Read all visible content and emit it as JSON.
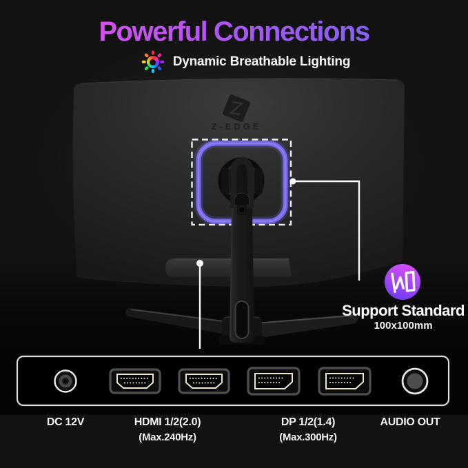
{
  "colors": {
    "page_bg": "#121212",
    "title_gradient_start": "#e84df0",
    "title_gradient_end": "#7567f4",
    "vesa_highlight_purple": "#7668e6",
    "callout_white": "#fafafa",
    "support_icon_top": "#d44ff6",
    "support_icon_bottom": "#6d3cf0",
    "port_outline_cream": "#efe9d2"
  },
  "header": {
    "title": "Powerful Connections",
    "subtitle": "Dynamic Breathable Lighting",
    "subtitle_icon": "rgb-color-wheel-icon"
  },
  "monitor": {
    "brand": "Z-EDGE",
    "logo_icon": "z-edge-diamond-icon",
    "vesa_callout": "dashed-highlight-box",
    "lighting_ring": "purple-breathable-light-ring"
  },
  "support": {
    "icon": "vesa-mount-icon",
    "title": "Support Standard",
    "size": "100x100mm"
  },
  "ports": {
    "panel_icons": [
      "dc-power-jack-icon",
      "hdmi-port-icon",
      "hdmi-port-icon",
      "displayport-icon",
      "displayport-icon",
      "audio-out-jack-icon"
    ],
    "labels": {
      "dc": {
        "text": "DC 12V"
      },
      "hdmi": {
        "text": "HDMI 1/2(2.0)",
        "sub": "(Max.240Hz)"
      },
      "dp": {
        "text": "DP 1/2(1.4)",
        "sub": "(Max.300Hz)"
      },
      "audio": {
        "text": "AUDIO OUT"
      }
    }
  }
}
